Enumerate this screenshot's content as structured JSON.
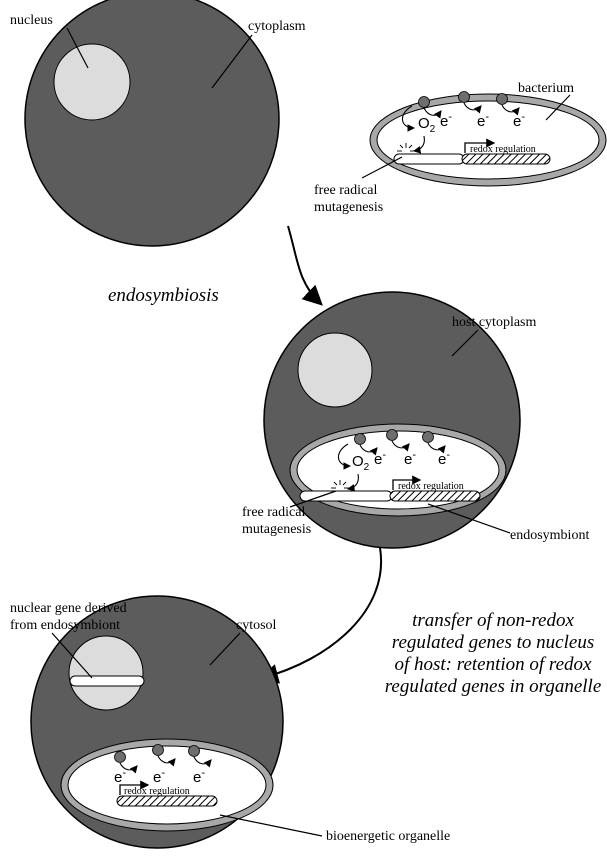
{
  "top": {
    "nucleus_label": "nucleus",
    "cytoplasm_label": "cytoplasm",
    "bacterium_label": "bacterium",
    "mutagenesis_line1": "free radical",
    "mutagenesis_line2": "mutagenesis",
    "redox_label": "redox regulation",
    "oxygen_symbol": "O",
    "oxygen_subscript": "2",
    "electron": "e",
    "electron_charge": "-"
  },
  "endosymbiosis_label": "endosymbiosis",
  "middle": {
    "host_cytoplasm_label": "host cytoplasm",
    "mutagenesis_line1": "free radical",
    "mutagenesis_line2": "mutagenesis",
    "redox_label": "redox regulation",
    "endosymbiont_label": "endosymbiont",
    "oxygen_symbol": "O",
    "oxygen_subscript": "2",
    "electron": "e",
    "electron_charge": "-"
  },
  "transfer_caption": [
    "transfer of non-redox",
    "regulated genes to nucleus",
    "of host: retention of redox",
    "regulated genes in organelle"
  ],
  "bottom": {
    "nuclear_gene_line1": "nuclear gene derived",
    "nuclear_gene_line2": "from endosymbiont",
    "cytosol_label": "cytosol",
    "redox_label": "redox regulation",
    "organelle_label": "bioenergetic organelle",
    "electron": "e",
    "electron_charge": "-"
  },
  "colors": {
    "cell_fill": "#5c5c5c",
    "nucleus_fill": "#dcdcdc",
    "membrane_fill": "#a8a8a8",
    "lumen_fill": "#ffffff",
    "protein_fill": "#6e6e6e"
  }
}
